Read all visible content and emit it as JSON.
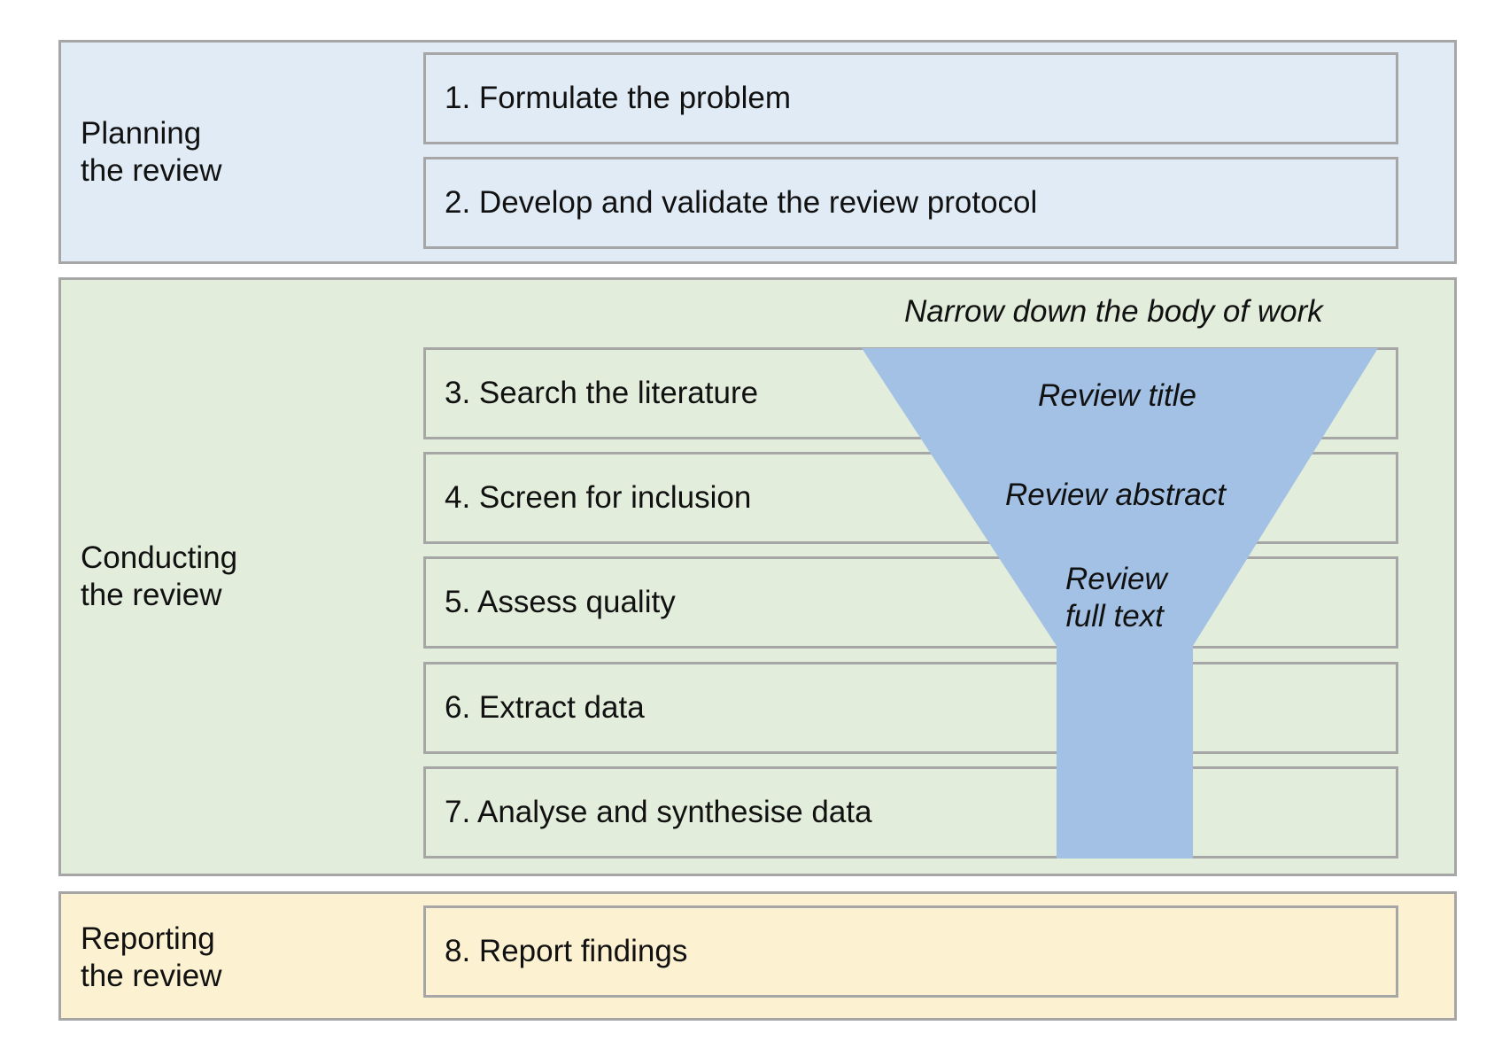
{
  "colors": {
    "planning_bg": "#e0ebf5",
    "conducting_bg": "#e2eddb",
    "reporting_bg": "#fcf1d1",
    "funnel": "#a3c1e5",
    "border": "#a6a6a6"
  },
  "phases": [
    {
      "label": "Planning\nthe review"
    },
    {
      "label": "Conducting\nthe review"
    },
    {
      "label": "Reporting\nthe review"
    }
  ],
  "steps": [
    {
      "label": "1. Formulate the problem"
    },
    {
      "label": "2. Develop and validate the review protocol"
    },
    {
      "label": "3. Search the literature"
    },
    {
      "label": "4. Screen for inclusion"
    },
    {
      "label": "5. Assess quality"
    },
    {
      "label": "6. Extract data"
    },
    {
      "label": "7. Analyse and synthesise data"
    },
    {
      "label": "8. Report findings"
    }
  ],
  "funnel": {
    "heading": "Narrow down the body of work",
    "stages": [
      {
        "label": "Review title"
      },
      {
        "label": "Review abstract"
      },
      {
        "label": "Review\nfull text"
      }
    ]
  }
}
